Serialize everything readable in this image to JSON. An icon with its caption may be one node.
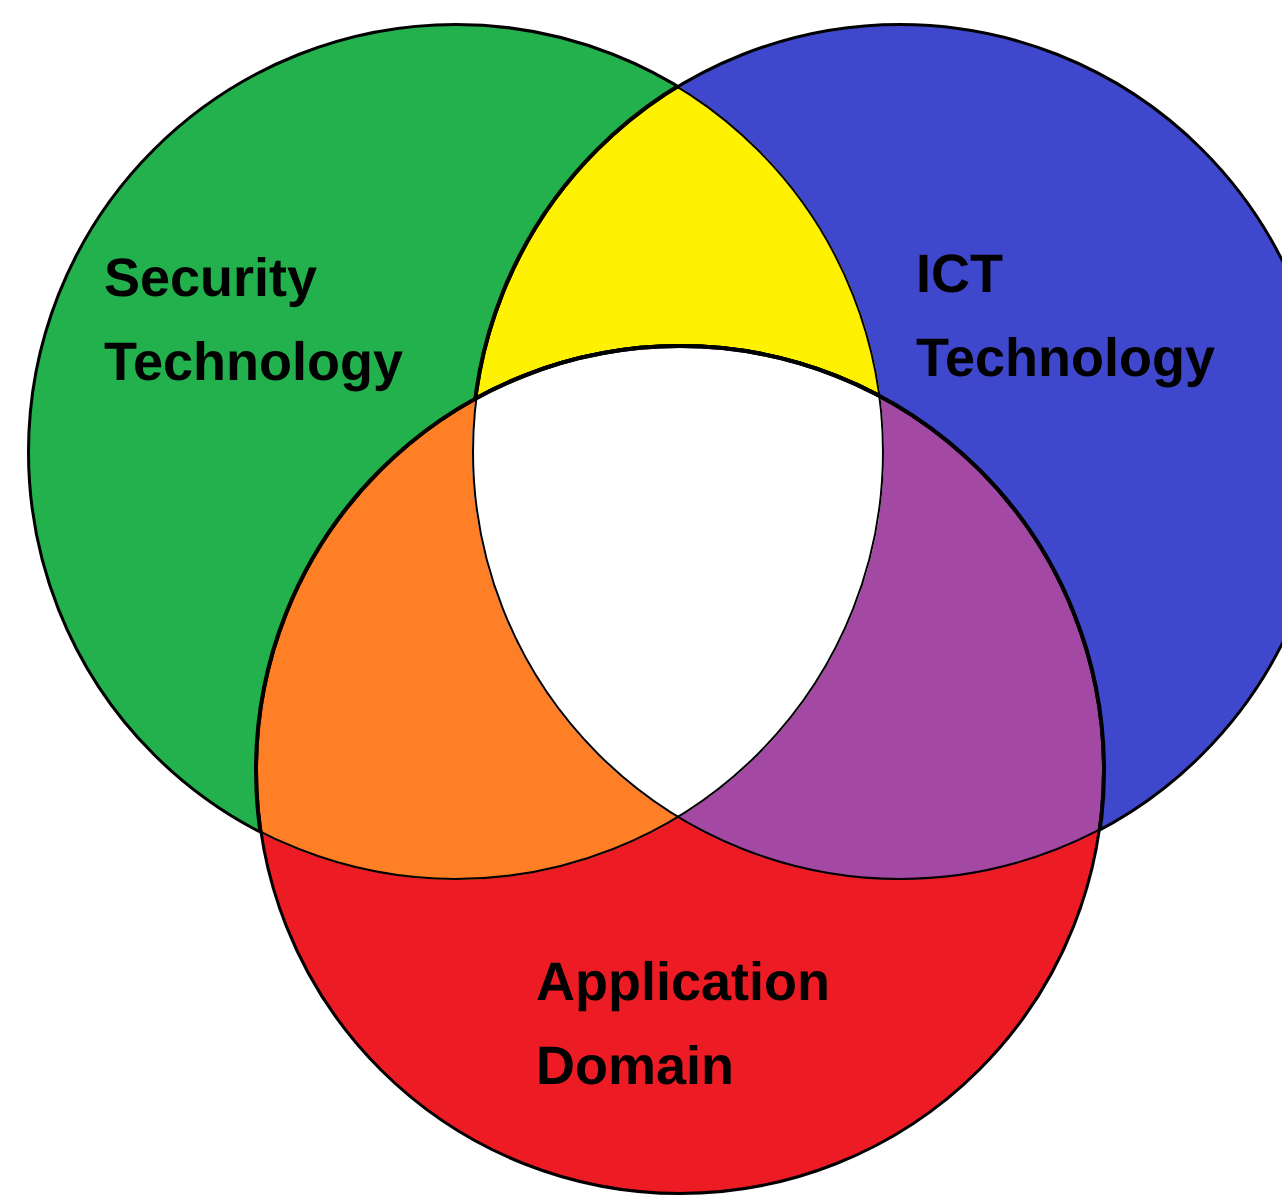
{
  "diagram": {
    "nodes": [
      {
        "text": [
          "Security Technology"
        ]
      },
      {
        "text": [
          "ICT Technology"
        ]
      },
      {
        "text": [
          "Application Domain"
        ]
      }
    ]
  }
}
